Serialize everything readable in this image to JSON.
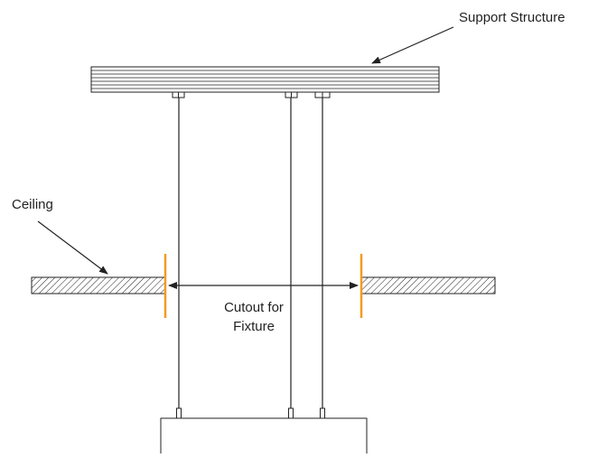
{
  "labels": {
    "support_structure": "Support Structure",
    "ceiling": "Ceiling",
    "cutout_line1": "Cutout for",
    "cutout_line2": "Fixture"
  },
  "colors": {
    "line": "#222222",
    "accent": "#f59a23",
    "fill": "#ffffff"
  }
}
